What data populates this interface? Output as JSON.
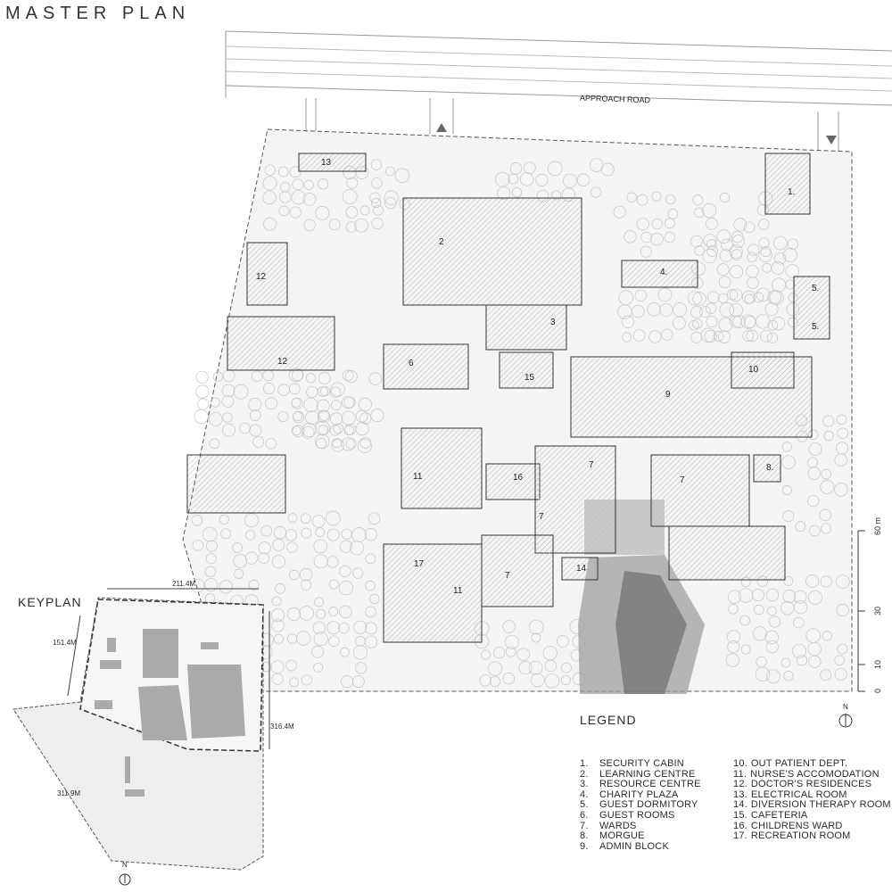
{
  "title": "MASTER PLAN",
  "road_label": "APPROACH ROAD",
  "keyplan": {
    "title": "KEYPLAN",
    "dim_top": "211.4M",
    "dim_left": "151.4M",
    "dim_right": "316.4M",
    "dim_bottom": "311.9M",
    "north": "N"
  },
  "legend": {
    "title": "LEGEND",
    "north": "N",
    "column1": [
      {
        "num": "1.",
        "text": "SECURITY CABIN"
      },
      {
        "num": "2.",
        "text": "LEARNING CENTRE"
      },
      {
        "num": "3.",
        "text": "RESOURCE CENTRE"
      },
      {
        "num": "4.",
        "text": "CHARITY PLAZA"
      },
      {
        "num": "5.",
        "text": "GUEST DORMITORY"
      },
      {
        "num": "6.",
        "text": "GUEST ROOMS"
      },
      {
        "num": "7.",
        "text": "WARDS"
      },
      {
        "num": "8.",
        "text": "MORGUE"
      },
      {
        "num": "9.",
        "text": "ADMIN BLOCK"
      }
    ],
    "column2": [
      {
        "num": "10.",
        "text": "OUT PATIENT DEPT."
      },
      {
        "num": "11.",
        "text": "NURSE'S ACCOMODATION"
      },
      {
        "num": "12.",
        "text": "DOCTOR'S RESIDENCES"
      },
      {
        "num": "13.",
        "text": "ELECTRICAL ROOM"
      },
      {
        "num": "14.",
        "text": "DIVERSION THERAPY ROOM"
      },
      {
        "num": "15.",
        "text": "CAFETERIA"
      },
      {
        "num": "16.",
        "text": "CHILDRENS WARD"
      },
      {
        "num": "17.",
        "text": "RECREATION ROOM"
      }
    ]
  },
  "scale": {
    "t60": "60 m",
    "t30": "30",
    "t10": "10",
    "t0": "0"
  },
  "plan_labels": {
    "l1": "1.",
    "l2": "2",
    "l3": "3",
    "l4": "4.",
    "l5a": "5.",
    "l5b": "5.",
    "l6": "6",
    "l7a": "7",
    "l7b": "7",
    "l7c": "7",
    "l7d": "7",
    "l8": "8.",
    "l9": "9",
    "l10": "10",
    "l11a": "11",
    "l11b": "11",
    "l12a": "12",
    "l12b": "12",
    "l13": "13",
    "l14": "14",
    "l15": "15",
    "l16": "16",
    "l17": "17"
  }
}
